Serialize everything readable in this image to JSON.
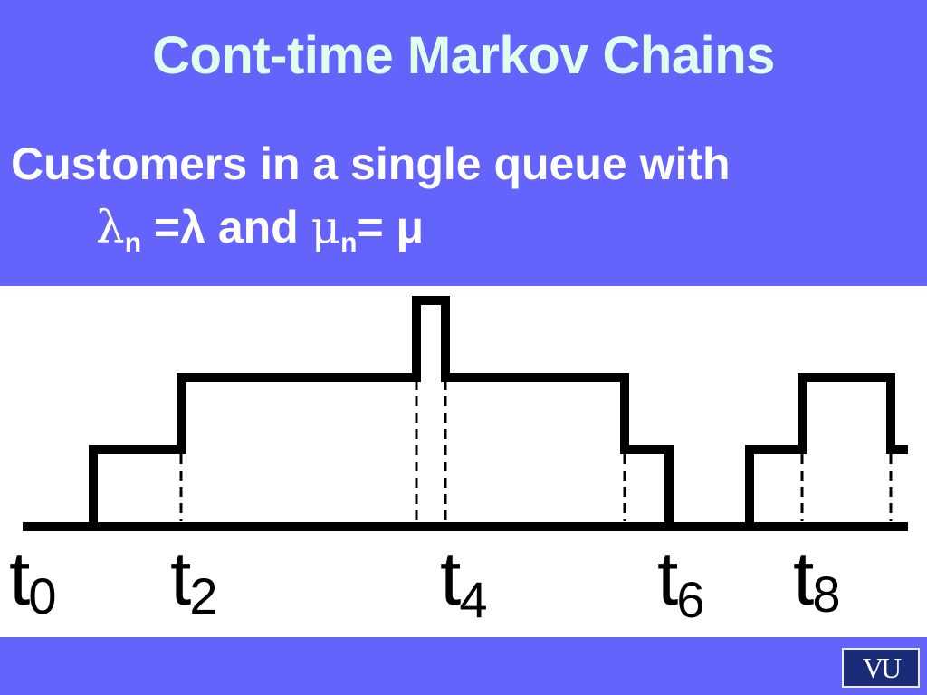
{
  "slide": {
    "title": "Cont-time Markov Chains",
    "subtitle_line1": "Customers in a single queue with",
    "subtitle_line2": {
      "lambda_symbol": "λ",
      "n_sub": "n",
      "eq_lambda": " =λ",
      "and": " and ",
      "mu_symbol": "μ",
      "eq_mu": "= μ"
    }
  },
  "diagram": {
    "time_labels": [
      {
        "base": "t",
        "sub": "0"
      },
      {
        "base": "t",
        "sub": "2"
      },
      {
        "base": "t",
        "sub": "4"
      },
      {
        "base": "t",
        "sub": "6"
      },
      {
        "base": "t",
        "sub": "8"
      }
    ]
  },
  "logo": {
    "text": "VU"
  },
  "colors": {
    "background": "#6464fc",
    "title": "#e0fef0",
    "text": "#ffffff",
    "diagram_bg": "#ffffff",
    "line": "#000000"
  }
}
